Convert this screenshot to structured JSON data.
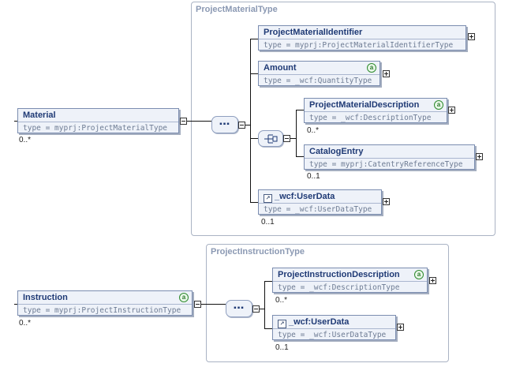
{
  "groups": {
    "material": {
      "title": "ProjectMaterialType"
    },
    "instruction": {
      "title": "ProjectInstructionType"
    }
  },
  "elements": {
    "material": {
      "name": "Material",
      "type": "type = myprj:ProjectMaterialType",
      "card": "0..*"
    },
    "identifier": {
      "name": "ProjectMaterialIdentifier",
      "type": "type = myprj:ProjectMaterialIdentifierType"
    },
    "amount": {
      "name": "Amount",
      "type": "type = _wcf:QuantityType",
      "attr": "a"
    },
    "description": {
      "name": "ProjectMaterialDescription",
      "type": "type = _wcf:DescriptionType",
      "card": "0..*",
      "attr": "a"
    },
    "catalog": {
      "name": "CatalogEntry",
      "type": "type = myprj:CatentryReferenceType",
      "card": "0..1"
    },
    "userdata1": {
      "name": "_wcf:UserData",
      "type": "type = _wcf:UserDataType",
      "card": "0..1"
    },
    "instruction": {
      "name": "Instruction",
      "type": "type = myprj:ProjectInstructionType",
      "card": "0..*",
      "attr": "a"
    },
    "instr_desc": {
      "name": "ProjectInstructionDescription",
      "type": "type = _wcf:DescriptionType",
      "card": "0..*",
      "attr": "a"
    },
    "userdata2": {
      "name": "_wcf:UserData",
      "type": "type = _wcf:UserDataType",
      "card": "0..1"
    }
  },
  "icons": {
    "attribute": "attribute-icon",
    "reference": "reference-arrow-icon",
    "sequence": "sequence-icon",
    "choice": "choice-icon"
  }
}
